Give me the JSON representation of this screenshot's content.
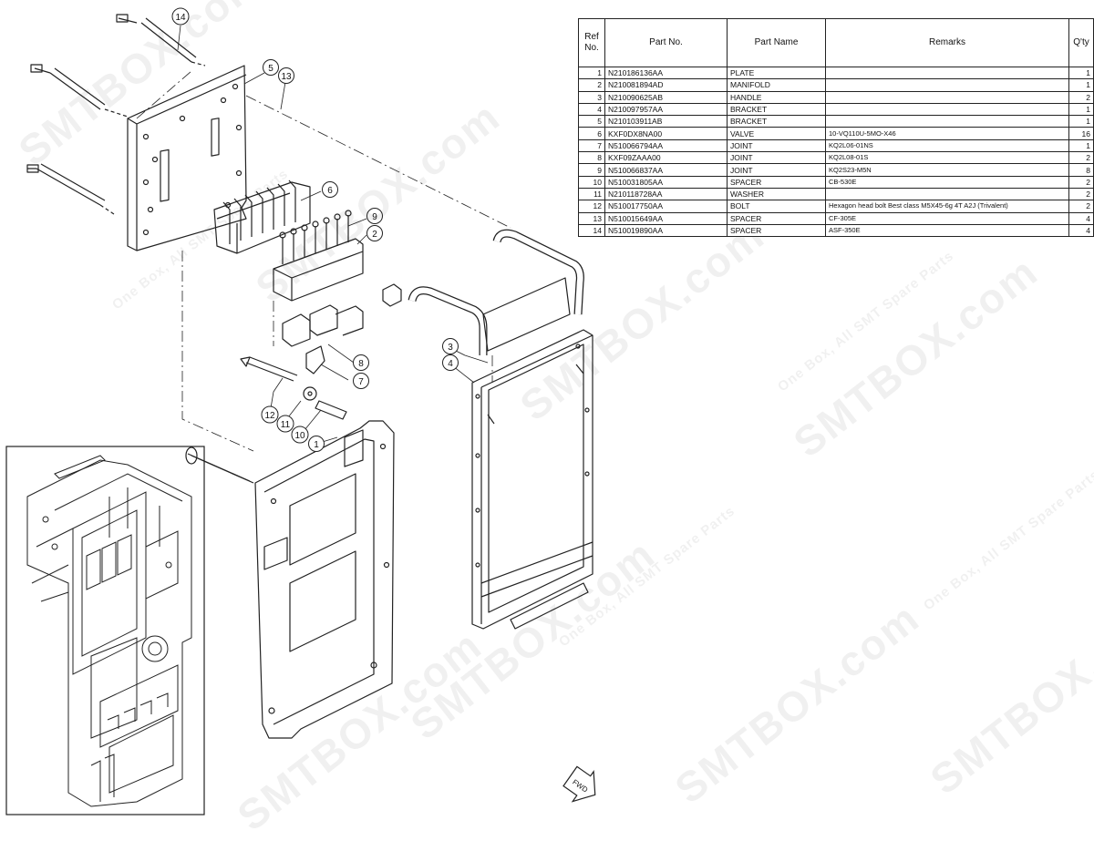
{
  "table": {
    "headers": {
      "ref": "Ref No.",
      "part_no": "Part No.",
      "part_name": "Part Name",
      "remarks": "Remarks",
      "qty": "Q'ty"
    },
    "rows": [
      {
        "ref": "1",
        "part_no": "N210186136AA",
        "part_name": "PLATE",
        "remarks": "",
        "qty": "1"
      },
      {
        "ref": "2",
        "part_no": "N210081894AD",
        "part_name": "MANIFOLD",
        "remarks": "",
        "qty": "1"
      },
      {
        "ref": "3",
        "part_no": "N210090625AB",
        "part_name": "HANDLE",
        "remarks": "",
        "qty": "2"
      },
      {
        "ref": "4",
        "part_no": "N210097957AA",
        "part_name": "BRACKET",
        "remarks": "",
        "qty": "1"
      },
      {
        "ref": "5",
        "part_no": "N210103911AB",
        "part_name": "BRACKET",
        "remarks": "",
        "qty": "1"
      },
      {
        "ref": "6",
        "part_no": "KXF0DX8NA00",
        "part_name": "VALVE",
        "remarks": "10-VQ110U-5MO-X46",
        "qty": "16"
      },
      {
        "ref": "7",
        "part_no": "N510066794AA",
        "part_name": "JOINT",
        "remarks": "KQ2L06-01NS",
        "qty": "1"
      },
      {
        "ref": "8",
        "part_no": "KXF09ZAAA00",
        "part_name": "JOINT",
        "remarks": "KQ2L08-01S",
        "qty": "2"
      },
      {
        "ref": "9",
        "part_no": "N510066837AA",
        "part_name": "JOINT",
        "remarks": "KQ2S23-M5N",
        "qty": "8"
      },
      {
        "ref": "10",
        "part_no": "N510031805AA",
        "part_name": "SPACER",
        "remarks": "CB-530E",
        "qty": "2"
      },
      {
        "ref": "11",
        "part_no": "N210118728AA",
        "part_name": "WASHER",
        "remarks": "",
        "qty": "2"
      },
      {
        "ref": "12",
        "part_no": "N510017750AA",
        "part_name": "BOLT",
        "remarks": "Hexagon head bolt Best class M5X45-6g 4T A2J (Trivalent)",
        "qty": "2"
      },
      {
        "ref": "13",
        "part_no": "N510015649AA",
        "part_name": "SPACER",
        "remarks": "CF-305E",
        "qty": "4"
      },
      {
        "ref": "14",
        "part_no": "N510019890AA",
        "part_name": "SPACER",
        "remarks": "ASF-350E",
        "qty": "4"
      }
    ]
  },
  "callouts": [
    "14",
    "5",
    "13",
    "6",
    "9",
    "2",
    "8",
    "7",
    "3",
    "4",
    "12",
    "11",
    "10",
    "1"
  ],
  "watermark": {
    "brand": "SMTBOX.com",
    "tagline": "One Box, All SMT Spare Parts"
  },
  "fwd_label": "FWD",
  "colors": {
    "line": "#222222",
    "watermark": "#000000"
  }
}
